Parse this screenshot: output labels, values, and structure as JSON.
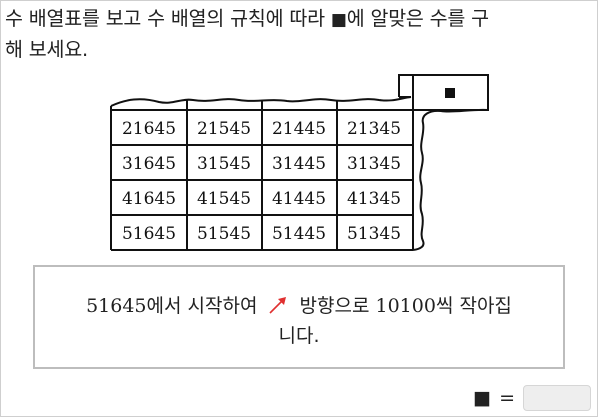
{
  "question": {
    "line1_text": "수 배열표를 보고 수 배열의 규칙에 따라 ",
    "square_symbol": "■",
    "line1_end": "에 알맞은 수를 구",
    "line2": "해 보세요."
  },
  "number_table": {
    "rows": [
      [
        "21645",
        "21545",
        "21445",
        "21345"
      ],
      [
        "31645",
        "31545",
        "31445",
        "31345"
      ],
      [
        "41645",
        "41545",
        "41445",
        "41345"
      ],
      [
        "51645",
        "51545",
        "51445",
        "51345"
      ]
    ],
    "missing_cell_symbol": "■"
  },
  "hint": {
    "start_number": "51645",
    "part1": "에서 시작하여",
    "part2": "방향으로",
    "step_number": "10100",
    "part3": "씩 작아집",
    "line2": "니다.",
    "arrow_icon": "northeast-arrow-icon",
    "arrow_color": "#e03030"
  },
  "answer": {
    "symbol": "■",
    "equals": "=",
    "value": ""
  }
}
